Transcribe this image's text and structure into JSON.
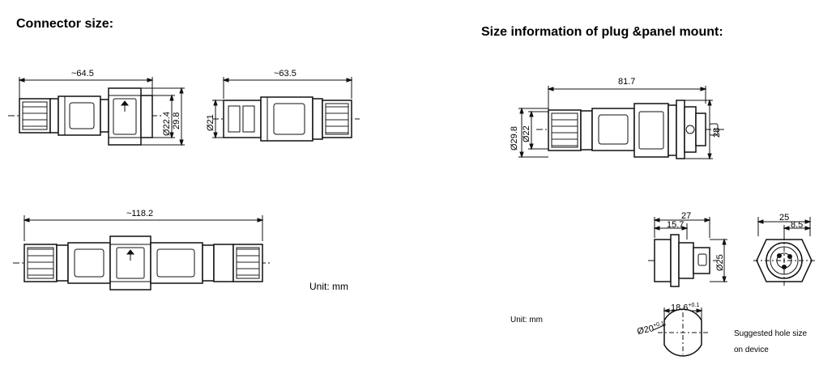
{
  "left": {
    "title": "Connector size:",
    "unit": "Unit: mm",
    "dims": {
      "plug_length": "~64.5",
      "plug_d1": "Ø22.4",
      "plug_d2": "29.8",
      "socket_length": "~63.5",
      "socket_d": "Ø21",
      "mated_length": "~118.2"
    }
  },
  "right": {
    "title": "Size information of plug &panel mount:",
    "unit": "Unit: mm",
    "dims": {
      "assembly_length": "81.7",
      "outer_d": "Ø29.8",
      "inner_d": "Ø22",
      "flange": "28",
      "panel_width": "27",
      "panel_depth": "15.7",
      "panel_d": "Ø25",
      "front_width": "25",
      "front_offset": "8.5",
      "hole_flat": "18.6",
      "hole_flat_tol": "+0.1",
      "hole_d": "Ø20",
      "hole_d_tol": "+0.1"
    },
    "hole_note_line1": "Suggested hole size",
    "hole_note_line2": "on device"
  }
}
